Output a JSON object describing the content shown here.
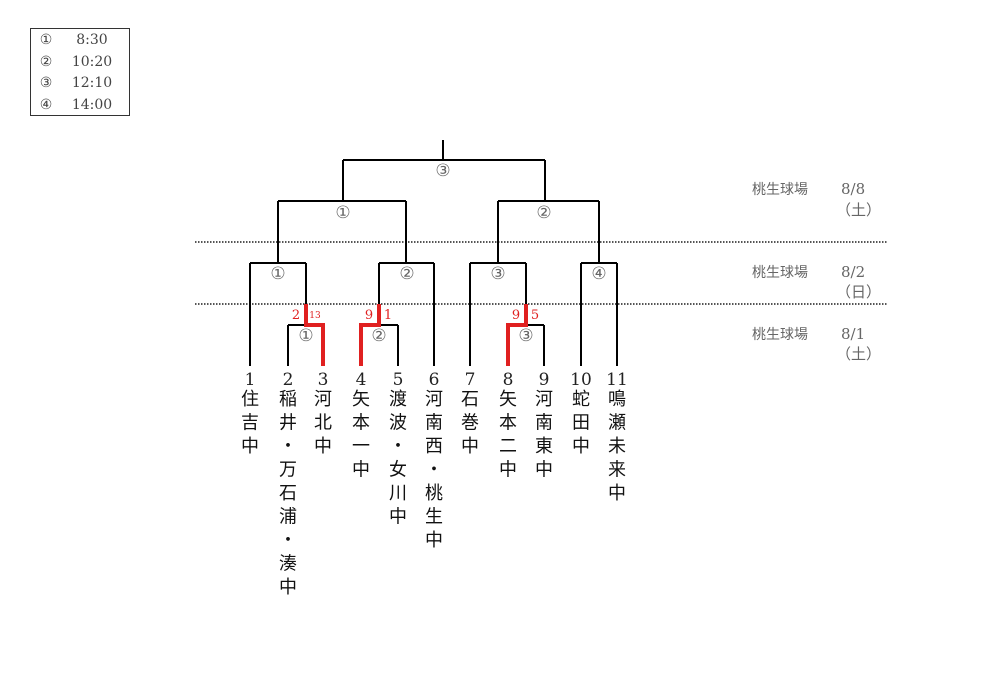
{
  "schedule": [
    {
      "num": "①",
      "time": "8:30"
    },
    {
      "num": "②",
      "time": "10:20"
    },
    {
      "num": "③",
      "time": "12:10"
    },
    {
      "num": "④",
      "time": "14:00"
    }
  ],
  "rounds": [
    {
      "venue": "桃生球場",
      "date": "8/8",
      "weekday": "（土）"
    },
    {
      "venue": "桃生球場",
      "date": "8/2",
      "weekday": "（日）"
    },
    {
      "venue": "桃生球場",
      "date": "8/1",
      "weekday": "（土）"
    }
  ],
  "teams": [
    {
      "num": "1",
      "name": "住吉中"
    },
    {
      "num": "2",
      "name": "稲井・万石浦・湊中"
    },
    {
      "num": "3",
      "name": "河北中"
    },
    {
      "num": "4",
      "name": "矢本一中"
    },
    {
      "num": "5",
      "name": "渡波・女川中"
    },
    {
      "num": "6",
      "name": "河南西・桃生中"
    },
    {
      "num": "7",
      "name": "石巻中"
    },
    {
      "num": "8",
      "name": "矢本二中"
    },
    {
      "num": "9",
      "name": "河南東中"
    },
    {
      "num": "10",
      "name": "蛇田中"
    },
    {
      "num": "11",
      "name": "鳴瀬未来中"
    }
  ],
  "game_labels": {
    "final": "③",
    "semi_left": "①",
    "semi_right": "②",
    "qf": [
      "①",
      "②",
      "③",
      "④"
    ],
    "r1": [
      "①",
      "②",
      "③"
    ]
  },
  "scores": [
    {
      "left": "2",
      "right": "13"
    },
    {
      "left": "9",
      "right": "1"
    },
    {
      "left": "9",
      "right": "5"
    }
  ],
  "colors": {
    "line": "#000000",
    "winner": "#e02020",
    "label": "#666666"
  }
}
